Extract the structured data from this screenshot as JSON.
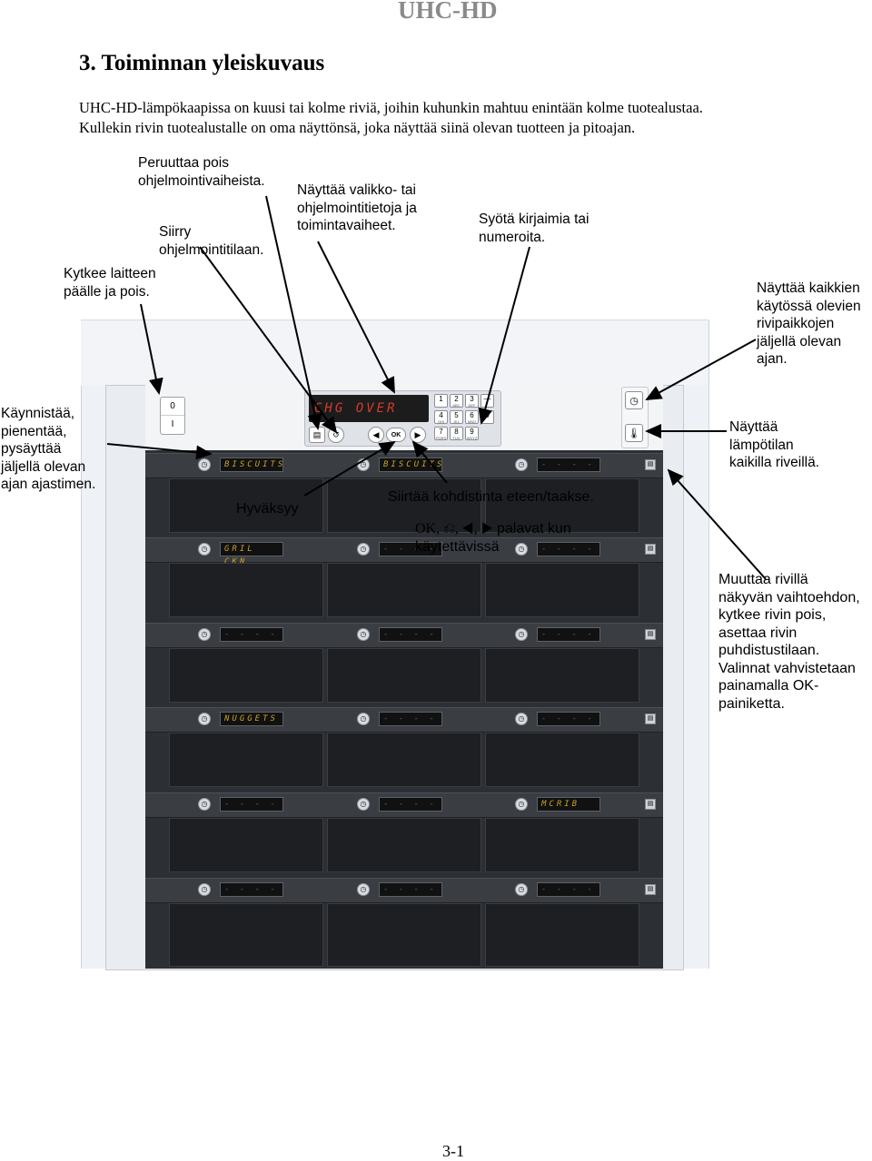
{
  "header": {
    "brand": "UHC-HD"
  },
  "section": {
    "title": "3. Toiminnan yleiskuvaus",
    "intro_line1": "UHC-HD-lämpökaapissa on kuusi tai kolme riviä, joihin kuhunkin mahtuu enintään kolme tuotealustaa.",
    "intro_line2": "Kullekin rivin tuotealustalle on oma näyttönsä, joka näyttää siinä olevan tuotteen ja pitoajan."
  },
  "annotations": {
    "cancel_line1": "Peruuttaa pois",
    "cancel_line2": "ohjelmointivaiheista.",
    "program_mode_line1": "Siirry",
    "program_mode_line2": "ohjelmointitilaan.",
    "menu_info_line1": "Näyttää valikko- tai",
    "menu_info_line2": "ohjelmointitietoja ja",
    "menu_info_line3": "toimintavaiheet.",
    "enter_chars_line1": "Syötä kirjaimia tai",
    "enter_chars_line2": "numeroita.",
    "power_line1": "Kytkee laitteen",
    "power_line2": "päälle ja pois.",
    "all_timers_line1": "Näyttää kaikkien",
    "all_timers_line2": "käytössä olevien",
    "all_timers_line3": "rivipaikkojen",
    "all_timers_line4": "jäljellä olevan",
    "all_timers_line5": "ajan.",
    "timer_key_line1": "Käynnistää,",
    "timer_key_line2": "pienentää,",
    "timer_key_line3": "pysäyttää",
    "timer_key_line4": "jäljellä olevan",
    "timer_key_line5": "ajan ajastimen.",
    "temp_line1": "Näyttää",
    "temp_line2": "lämpötilan",
    "temp_line3": "kaikilla riveillä.",
    "accept": "Hyväksyy",
    "cursor": "Siirtää kohdistinta eteen/taakse.",
    "available_prefix": "OK, ⎌, ◀, ▶",
    "available_line1": "palavat kun",
    "available_line2": "käytettävissä",
    "row_option_line1": "Muuttaa rivillä",
    "row_option_line2": "näkyvän vaihtoehdon,",
    "row_option_line3": "kytkee rivin pois,",
    "row_option_line4": "asettaa rivin",
    "row_option_line5": "puhdistustilaan.",
    "row_option_line6": "Valinnat vahvistetaan",
    "row_option_line7": "painamalla OK-",
    "row_option_line8": "painiketta."
  },
  "control_panel": {
    "power_on": "0",
    "power_off": "I",
    "lcd_text": "CHG OVER",
    "ok_label": "OK",
    "keys": [
      {
        "num": "1",
        "sub": ""
      },
      {
        "num": "2",
        "sub": "ABC"
      },
      {
        "num": "3",
        "sub": "DEF"
      },
      {
        "num": "4",
        "sub": "GHI"
      },
      {
        "num": "5",
        "sub": "JKL"
      },
      {
        "num": "6",
        "sub": "MNO"
      },
      {
        "num": "7",
        "sub": "PQRS"
      },
      {
        "num": "8",
        "sub": "TUV"
      },
      {
        "num": "9",
        "sub": "WXYZ"
      },
      {
        "num": "0",
        "sub": ""
      }
    ],
    "dash_key": "—"
  },
  "rows": [
    {
      "displays": [
        "BISCUITS",
        "BISCUITS",
        "- - - -"
      ]
    },
    {
      "displays": [
        "GRIL CKN",
        "- - - -",
        "- - - -"
      ]
    },
    {
      "displays": [
        "- - - -",
        "- - - -",
        "- - - -"
      ]
    },
    {
      "displays": [
        "NUGGETS",
        "- - - -",
        "- - - -"
      ]
    },
    {
      "displays": [
        "- - - -",
        "- - - -",
        "MCRIB"
      ]
    },
    {
      "displays": [
        "- - - -",
        "- - - -",
        "- - - -"
      ]
    }
  ],
  "icons": {
    "timer": "clock-icon",
    "clean": "row-option-icon",
    "all_timers": "clock-icon",
    "temperature": "thermometer-icon",
    "back": "back-arrow-icon",
    "left": "left-arrow-icon",
    "right": "right-arrow-icon"
  },
  "page_number": "3-1"
}
